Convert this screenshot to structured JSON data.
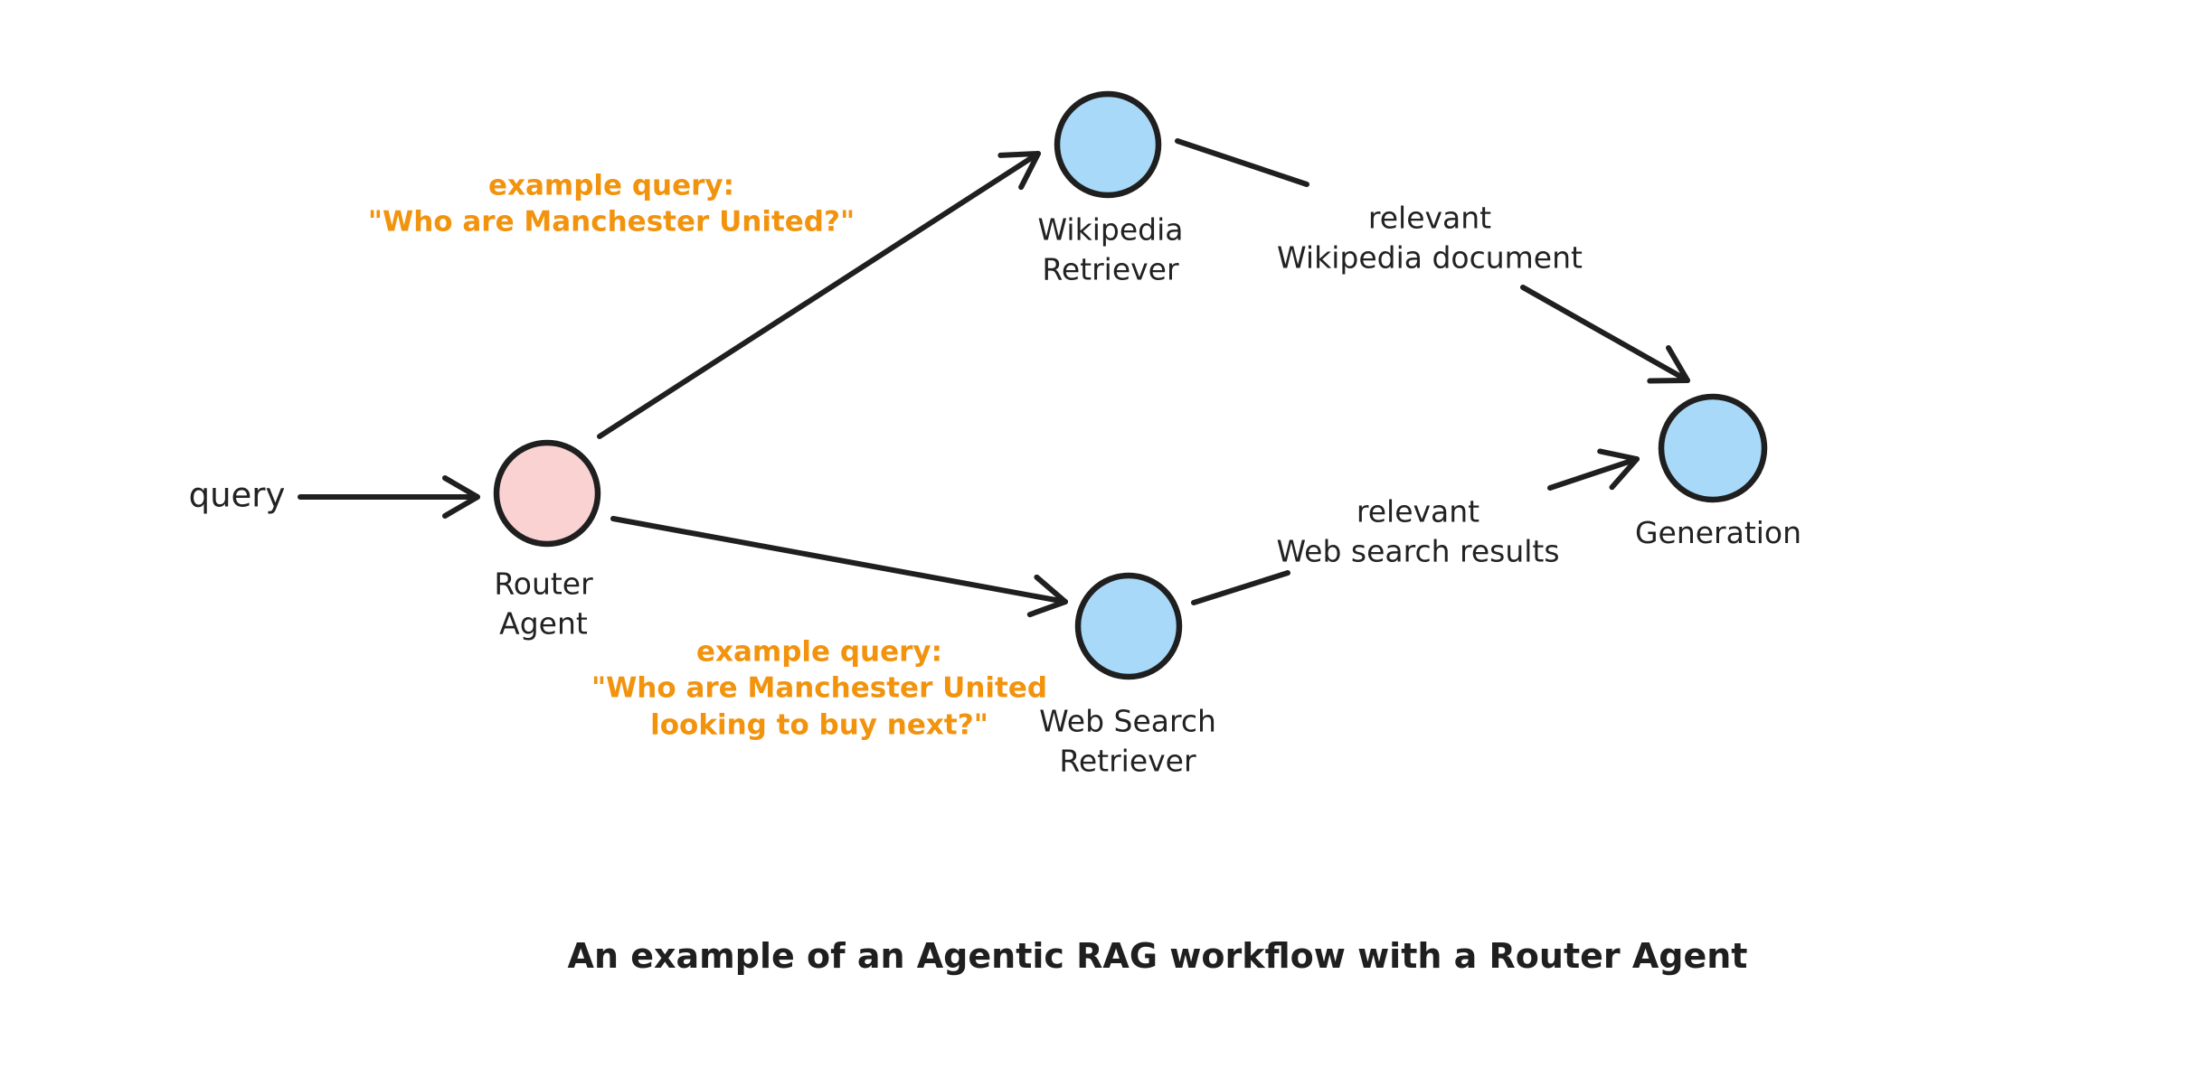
{
  "colors": {
    "node_blue": "#A9D9F8",
    "node_pink": "#FBD2D2",
    "edge_stroke": "#1F1F1F",
    "accent_orange": "#F2930E",
    "text_dark": "#222222"
  },
  "labels": {
    "query": "query"
  },
  "nodes": {
    "router": {
      "line1": "Router",
      "line2": "Agent"
    },
    "wikipedia": {
      "line1": "Wikipedia",
      "line2": "Retriever"
    },
    "web_search": {
      "line1": "Web Search",
      "line2": "Retriever"
    },
    "generation": {
      "label": "Generation"
    }
  },
  "edge_labels": {
    "wiki_example": {
      "line1": "example query:",
      "line2": "\"Who are Manchester United?\""
    },
    "web_example": {
      "line1": "example query:",
      "line2": "\"Who are Manchester United",
      "line3": "looking to buy next?\""
    },
    "wiki_result": {
      "line1": "relevant",
      "line2": "Wikipedia document"
    },
    "web_result": {
      "line1": "relevant",
      "line2": "Web search results"
    }
  },
  "caption": "An example of an Agentic RAG workflow with a Router Agent"
}
